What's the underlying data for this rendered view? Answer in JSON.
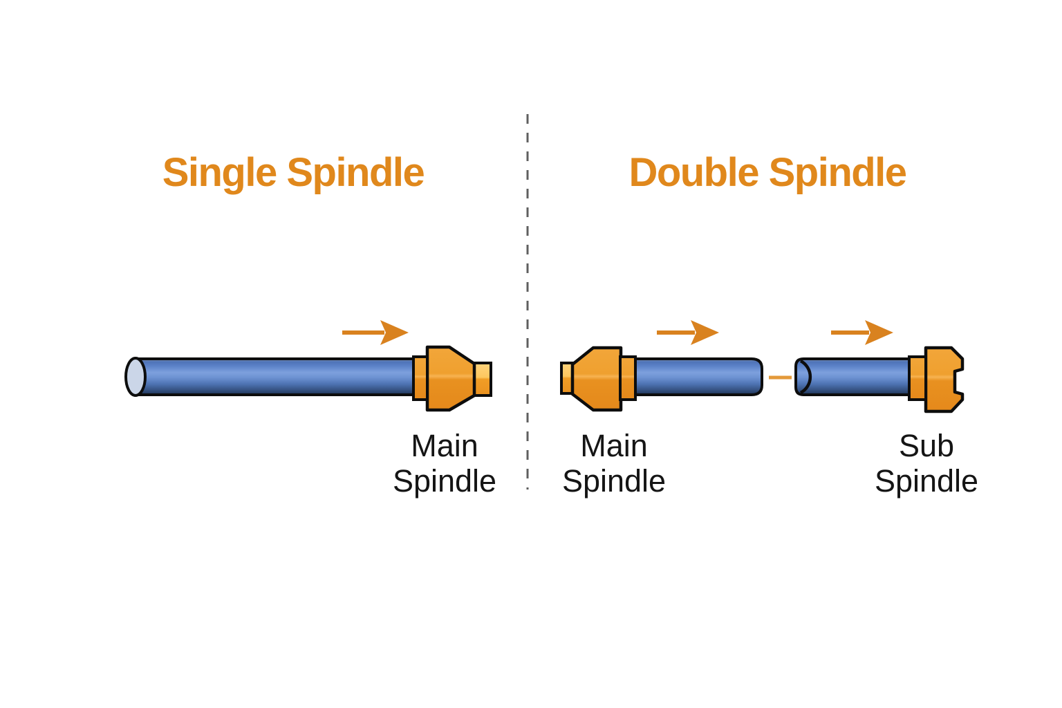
{
  "theme": {
    "bg": "#ffffff",
    "title_orange": "#e0881c",
    "arrow_orange": "#d9821f",
    "dash_orange": "#e49a3a",
    "label_black": "#151515",
    "divider_gray": "#5f5f5f",
    "rod_blue": "#4e73b7",
    "rod_highlight": "#7da0dd",
    "rod_end_face": "#cbd6e8",
    "chuck_orange": "#ef9f2d",
    "outline_black": "#0d0d0d"
  },
  "panels": {
    "single": {
      "title": "Single Spindle",
      "label_line1": "Main",
      "label_line2": "Spindle"
    },
    "double": {
      "title": "Double Spindle",
      "main_label_line1": "Main",
      "main_label_line2": "Spindle",
      "sub_label_line1": "Sub",
      "sub_label_line2": "Spindle"
    }
  }
}
